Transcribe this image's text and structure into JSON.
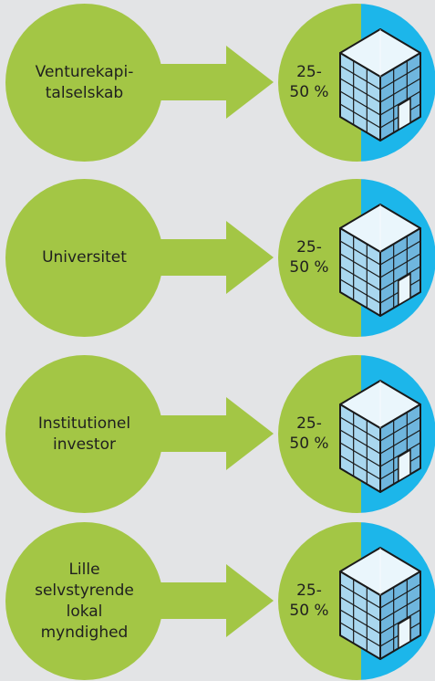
{
  "colors": {
    "green": "#a3c645",
    "blue": "#1cb6ea",
    "background": "#e3e4e6",
    "building_light": "#eaf6fc",
    "building_mid": "#a9d7ef",
    "building_dark": "#6fb6de"
  },
  "icons": {
    "arrow": "right-arrow-icon",
    "building": "office-building-icon"
  },
  "rows": [
    {
      "label": "Venturekapi-\ntalselskab",
      "pct_top": "25-",
      "pct_bottom": "50 %"
    },
    {
      "label": "Universitet",
      "pct_top": "25-",
      "pct_bottom": "50 %"
    },
    {
      "label": "Institutionel\ninvestor",
      "pct_top": "25-",
      "pct_bottom": "50 %"
    },
    {
      "label": "Lille\nselvstyrende\nlokal\nmyndighed",
      "pct_top": "25-",
      "pct_bottom": "50 %"
    }
  ]
}
